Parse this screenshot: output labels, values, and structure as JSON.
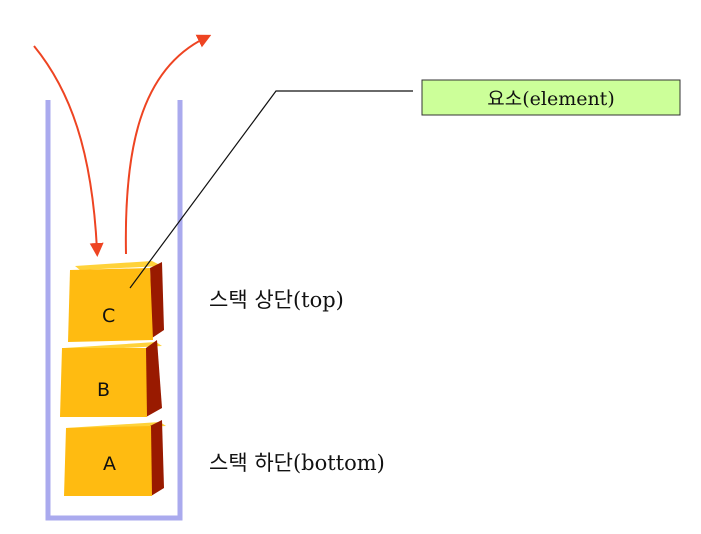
{
  "callout": {
    "label": "요소(element)",
    "fill": "#ccff99"
  },
  "stack": {
    "blocks": [
      {
        "id": "c",
        "label": "C"
      },
      {
        "id": "b",
        "label": "B"
      },
      {
        "id": "a",
        "label": "A"
      }
    ],
    "top_label": "스택 상단(top)",
    "bottom_label": "스택 하단(bottom)",
    "container_color": "#aaaaee",
    "block_face_color": "#ffbb11",
    "block_side_color": "#991a00",
    "block_top_color": "#ffd23a"
  },
  "arrows": {
    "color": "#ee4422",
    "push": "arrow-down",
    "pop": "arrow-up"
  }
}
